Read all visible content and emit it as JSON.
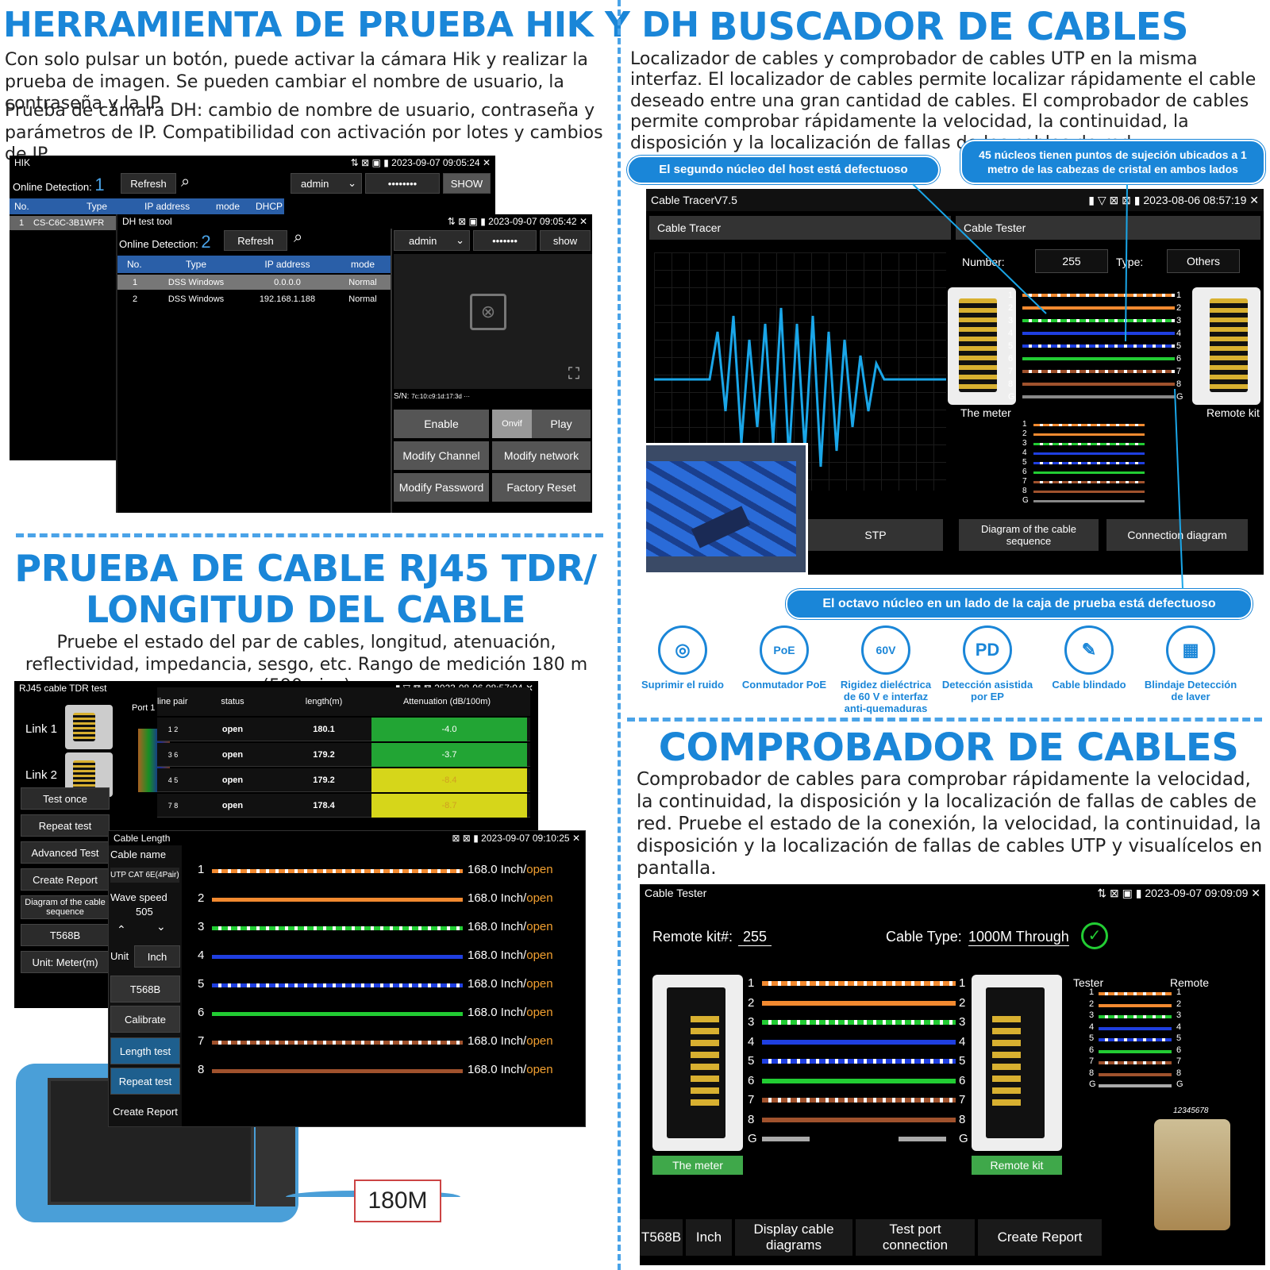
{
  "hik": {
    "title": "HERRAMIENTA DE PRUEBA HIK Y DH",
    "desc1": "Con solo pulsar un botón, puede activar la cámara Hik y realizar la prueba de imagen. Se pueden cambiar el nombre de usuario, la contraseña y la IP.",
    "desc2": "Prueba de cámara DH: cambio de nombre de usuario, contraseña y parámetros de IP. Compatibilidad con activación por lotes y cambios de IP.",
    "s1": {
      "name": "HIK",
      "time": "2023-09-07 09:05:24",
      "online": "Online Detection:",
      "count": "1",
      "refresh": "Refresh",
      "user": "admin",
      "pass": "••••••••",
      "show": "SHOW",
      "cols": [
        "No.",
        "Type",
        "IP address",
        "mode",
        "DHCP"
      ],
      "row": [
        "1",
        "CS-C6C-3B1WFR"
      ]
    },
    "s2": {
      "name": "DH test tool",
      "time": "2023-09-07 09:05:42",
      "online": "Online Detection:",
      "count": "2",
      "refresh": "Refresh",
      "user": "admin",
      "pass": "•••••••",
      "show": "show",
      "cols": [
        "No.",
        "Type",
        "IP address",
        "mode"
      ],
      "rows": [
        [
          "1",
          "DSS Windows",
          "0.0.0.0",
          "Normal"
        ],
        [
          "2",
          "DSS Windows",
          "192.168.1.188",
          "Normal"
        ]
      ],
      "sn": "S/N:",
      "snval": "7c:10:c9:1d:17:3d ···",
      "enable": "Enable",
      "onvif": "Onvif",
      "play": "Play",
      "mchan": "Modify Channel",
      "mnet": "Modify network",
      "mpass": "Modify Password",
      "freset": "Factory Reset"
    }
  },
  "tdr": {
    "title1": "PRUEBA DE CABLE RJ45 TDR/",
    "title2": "LONGITUD DEL CABLE",
    "desc": "Pruebe el estado del par de cables, longitud, atenuación, reflectividad, impedancia, sesgo, etc. Rango de medición 180 m (590 pies)",
    "s1": {
      "name": "RJ45 cable TDR test",
      "time": "2023-08-06 08:57:04",
      "link1": "Link 1",
      "link2": "Link 2",
      "port": "Port 1",
      "cols": [
        "line pair",
        "status",
        "length(m)",
        "Attenuation (dB/100m)"
      ],
      "rows": [
        [
          "1 2",
          "open",
          "180.1",
          "-4.0"
        ],
        [
          "3 6",
          "open",
          "179.2",
          "-3.7"
        ],
        [
          "4 5",
          "open",
          "179.2",
          "-8.4"
        ],
        [
          "7 8",
          "open",
          "178.4",
          "-8.7"
        ]
      ],
      "buttons": [
        "Test once",
        "Repeat test",
        "Advanced Test",
        "Create Report",
        "Diagram of the cable sequence",
        "T568B",
        "Unit: Meter(m)"
      ]
    },
    "s2": {
      "name": "Cable Length",
      "time": "2023-09-07 09:10:25",
      "cname": "Cable name",
      "cval": "UTP CAT 6E(4Pair)",
      "wave": "Wave speed",
      "wval": "505",
      "unit": "Unit",
      "uval": "Inch",
      "buttons": [
        "T568B",
        "Calibrate",
        "Length test",
        "Repeat test",
        "Create Report"
      ],
      "len": "168.0 Inch/",
      "st": "open",
      "pins": [
        "1",
        "2",
        "3",
        "4",
        "5",
        "6",
        "7",
        "8"
      ]
    },
    "tag": "180M"
  },
  "tracer": {
    "title": "BUSCADOR DE CABLES",
    "desc": "Localizador de cables y comprobador de cables UTP en la misma interfaz. El localizador de cables permite localizar rápidamente el cable deseado entre una gran cantidad de cables. El comprobador de cables permite comprobar rápidamente la velocidad, la continuidad, la disposición y la localización de fallas de los cables de red.",
    "callout1": "El segundo núcleo del host está defectuoso",
    "callout2": "45 núcleos tienen puntos de sujeción ubicados a 1 metro de las cabezas de cristal en ambos lados",
    "callout3": "El octavo núcleo en un lado de la caja de prueba está defectuoso",
    "s": {
      "name": "Cable TracerV7.5",
      "time": "2023-08-06 08:57:19",
      "tab1": "Cable Tracer",
      "tab2": "Cable Tester",
      "number": "Number:",
      "nval": "255",
      "type": "Type:",
      "tval": "Others",
      "meter": "The meter",
      "remote": "Remote kit",
      "stp": "STP",
      "diag": "Diagram of the cable sequence",
      "conn": "Connection diagram"
    }
  },
  "features": [
    {
      "icon": "noise-icon",
      "glyph": "◎",
      "label": "Suprimir el ruido"
    },
    {
      "icon": "poe-icon",
      "glyph": "PoE",
      "label": "Conmutador PoE"
    },
    {
      "icon": "shield-60v-icon",
      "glyph": "60V",
      "label": "Rigidez dieléctrica de 60 V e interfaz anti-quemaduras"
    },
    {
      "icon": "pd-icon",
      "glyph": "PD",
      "label": "Detección asistida por EP"
    },
    {
      "icon": "cable-icon",
      "glyph": "✎",
      "label": "Cable blindado"
    },
    {
      "icon": "port-icon",
      "glyph": "▦",
      "label": "Blindaje Detección de laver"
    }
  ],
  "tester": {
    "title": "COMPROBADOR DE CABLES",
    "desc": "Comprobador de cables para comprobar rápidamente la velocidad, la continuidad, la disposición y la localización de fallas de cables de red. Pruebe el estado de la conexión, la velocidad, la continuidad, la disposición y la localización de fallas de cables UTP y visualícelos en pantalla.",
    "s": {
      "name": "Cable Tester",
      "time": "2023-09-07 09:09:09",
      "rk": "Remote kit#:",
      "rkval": "255",
      "ct": "Cable Type:",
      "ctval": "1000M Through",
      "meter": "The meter",
      "remote": "Remote kit",
      "tester": "Tester",
      "remoteh": "Remote",
      "pins": [
        "1",
        "2",
        "3",
        "4",
        "5",
        "6",
        "7",
        "8",
        "G"
      ],
      "buttons": [
        "T568B",
        "Inch",
        "Display cable diagrams",
        "Test port connection",
        "Create Report"
      ],
      "plug": "12345678"
    }
  },
  "colors": {
    "accent": "#1a86d8",
    "orange": "#f28a30",
    "green": "#22cc33",
    "blue": "#1f3fe0",
    "brown": "#a0522d"
  }
}
